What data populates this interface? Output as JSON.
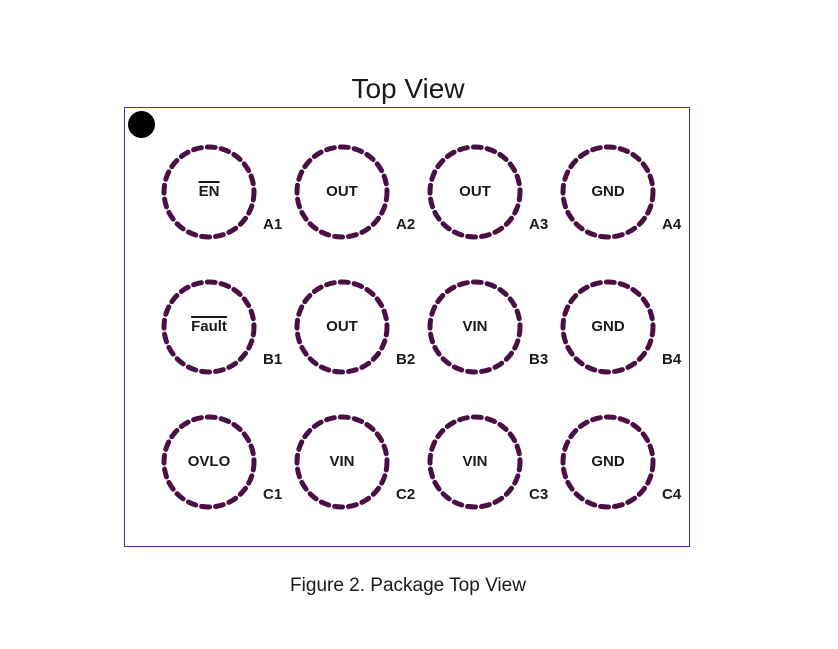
{
  "title": "Top View",
  "caption": "Figure 2. Package Top View",
  "colors": {
    "outline": "#3b33a8",
    "ball_ring": "#4a0f45",
    "pin1_marker": "#000000",
    "text": "#1a1a1a"
  },
  "pins": [
    {
      "id": "A1",
      "name": "EN",
      "active_low": true
    },
    {
      "id": "A2",
      "name": "OUT",
      "active_low": false
    },
    {
      "id": "A3",
      "name": "OUT",
      "active_low": false
    },
    {
      "id": "A4",
      "name": "GND",
      "active_low": false
    },
    {
      "id": "B1",
      "name": "Fault",
      "active_low": true
    },
    {
      "id": "B2",
      "name": "OUT",
      "active_low": false
    },
    {
      "id": "B3",
      "name": "VIN",
      "active_low": false
    },
    {
      "id": "B4",
      "name": "GND",
      "active_low": false
    },
    {
      "id": "C1",
      "name": "OVLO",
      "active_low": false
    },
    {
      "id": "C2",
      "name": "VIN",
      "active_low": false
    },
    {
      "id": "C3",
      "name": "VIN",
      "active_low": false
    },
    {
      "id": "C4",
      "name": "GND",
      "active_low": false
    }
  ]
}
